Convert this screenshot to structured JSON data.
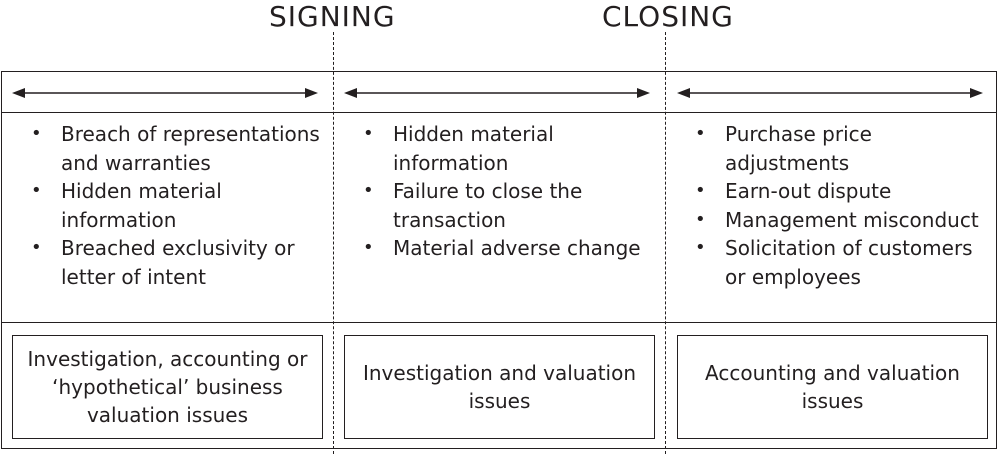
{
  "headers": {
    "signing": "SIGNING",
    "closing": "CLOSING"
  },
  "columns": [
    {
      "items": [
        "Breach of representations and warranties",
        "Hidden material information",
        "Breached exclusivity or letter of intent"
      ],
      "issues": "Investigation, accounting or ‘hypothetical’ business valuation issues"
    },
    {
      "items": [
        "Hidden material information",
        "Failure to close the transaction",
        "Material adverse change"
      ],
      "issues": "Investigation and valuation issues"
    },
    {
      "items": [
        "Purchase price adjustments",
        "Earn-out dispute",
        "Management misconduct",
        "Solicitation of customers or employees"
      ],
      "issues": "Accounting and valuation issues"
    }
  ]
}
